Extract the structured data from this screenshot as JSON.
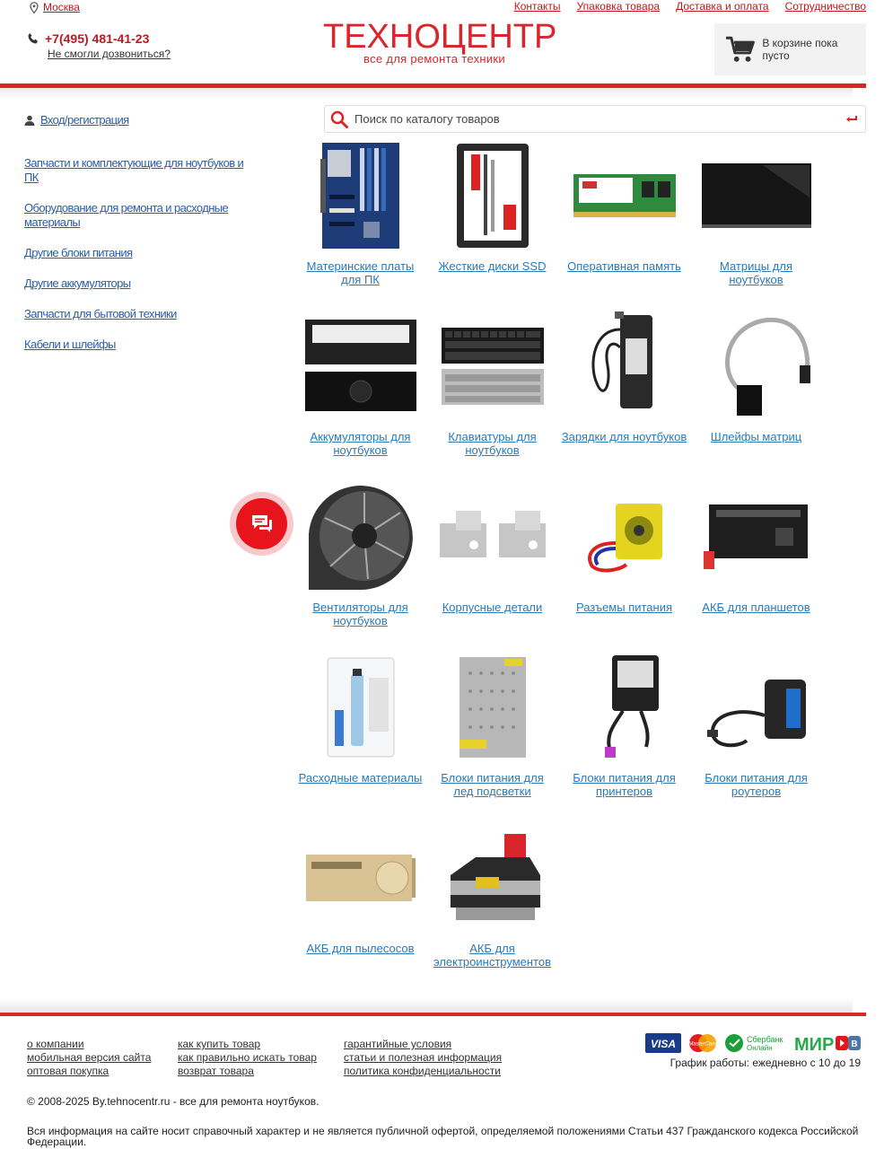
{
  "header": {
    "city": "Москва",
    "nav": [
      "Контакты",
      "Упаковка товара",
      "Доставка и оплата",
      "Сотрудничество"
    ],
    "phone": "+7(495) 481-41-23",
    "callback": "Не смогли дозвониться?",
    "logo_main": "ТЕХНОЦЕНТР",
    "logo_sub": "все для ремонта техники",
    "cart_text": "В корзине пока пусто"
  },
  "sidebar": {
    "login": "Вход/регистрация",
    "menu": [
      "Запчасти и комплектующие для ноутбуков и ПК",
      "Оборудование для ремонта и расходные материалы",
      "Другие блоки питания",
      "Другие аккумуляторы",
      "Запчасти для бытовой техники",
      "Кабели и шлейфы"
    ]
  },
  "search": {
    "placeholder": "Поиск по каталогу товаров"
  },
  "products": [
    "Материнские платы для ПК",
    "Жесткие диски SSD",
    "Оперативная память",
    "Матрицы для ноутбуков",
    "Аккумуляторы для ноутбуков",
    "Клавиатуры для ноутбуков",
    "Зарядки для ноутбуков",
    "Шлейфы матриц",
    "Вентиляторы для ноутбуков",
    "Корпусные детали",
    "Разъемы питания",
    "АКБ для планшетов",
    "Расходные материалы",
    "Блоки питания для лед подсветки",
    "Блоки питания для принтеров",
    "Блоки питания для роутеров",
    "АКБ для пылесосов",
    "АКБ для электроинструментов"
  ],
  "footer": {
    "col1": [
      "о компании",
      "мобильная версия сайта",
      "оптовая покупка"
    ],
    "col2": [
      "как купить товар",
      "как правильно искать товар",
      "возврат товара"
    ],
    "col3": [
      "гарантийные условия",
      "статьи и полезная информация",
      "политика конфиденциальности"
    ],
    "payments": [
      "VISA",
      "MasterCard",
      "Сбербанк Онлайн",
      "МИР"
    ],
    "schedule": "График работы: ежедневно с 10 до 19",
    "copyright": "© 2008-2025 By.tehnocentr.ru - все для ремонта ноутбуков.",
    "disclaimer": "Вся информация на сайте носит справочный характер и не является публичной офертой, определяемой положениями Статьи 437 Гражданского кодекса Российской Федерации."
  },
  "colors": {
    "brand_red": "#d9262c",
    "link_blue": "#2a7ab8"
  }
}
